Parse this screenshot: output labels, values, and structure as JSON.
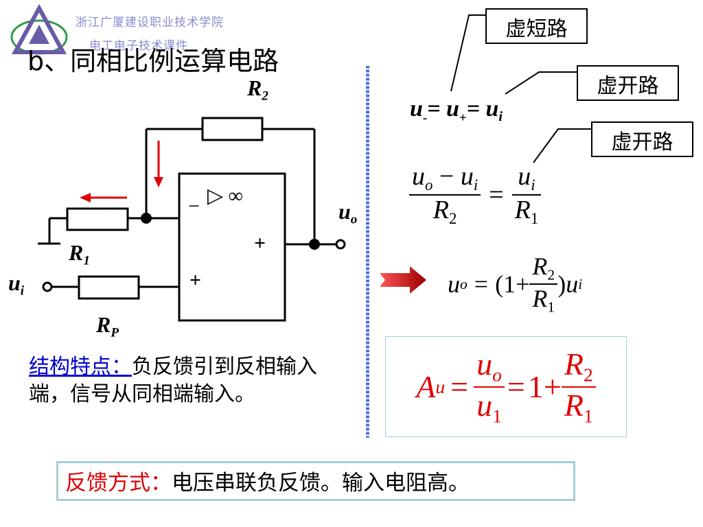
{
  "header": {
    "school": "浙江广厦建设职业技术学院",
    "course": "电工电子技术课件"
  },
  "title": "b、同相比例运算电路",
  "circuit": {
    "r2": "R",
    "r2_sub": "2",
    "r1": "R",
    "r1_sub": "1",
    "rp": "R",
    "rp_sub": "P",
    "ui": "u",
    "ui_sub": "i",
    "uo": "u",
    "uo_sub": "o",
    "opamp_symbol": "▷ ∞",
    "minus": "−",
    "plus_out": "+",
    "plus_in": "+"
  },
  "features": {
    "label": "结构特点：",
    "text": "负反馈引到反相输入端，信号从同相端输入。"
  },
  "callouts": {
    "short": "虚短路",
    "open1": "虚开路",
    "open2": "虚开路"
  },
  "equations": {
    "eq1_u": "u",
    "eq1_minus": "-",
    "eq1_eq": "=",
    "eq1_plus": "+",
    "eq1_i": "i",
    "eq2": {
      "num_left": "u",
      "num_left_sub": "o",
      "num_op": " − ",
      "num_right": "u",
      "num_right_sub": "i",
      "den_left": "R",
      "den_left_sub": "2",
      "equals": "=",
      "num2": "u",
      "num2_sub": "i",
      "den2": "R",
      "den2_sub": "1"
    },
    "eq3": {
      "lhs": "u",
      "lhs_sub": "o",
      "equals": "=",
      "open": "(1+",
      "num": "R",
      "num_sub": "2",
      "den": "R",
      "den_sub": "1",
      "close": ")",
      "tail": "u",
      "tail_sub": "i"
    },
    "gain": {
      "lhs": "A",
      "lhs_sub": "u",
      "equals": "=",
      "num": "u",
      "num_sub": "o",
      "den": "u",
      "den_sub": "1",
      "equals2": "=",
      "one_plus": "1+",
      "num2": "R",
      "num2_sub": "2",
      "den2": "R",
      "den2_sub": "1"
    }
  },
  "feedback": {
    "label": "反馈方式：",
    "text": "电压串联负反馈。输入电阻高。"
  },
  "colors": {
    "red": "#e00000",
    "blue": "#0000cc",
    "logo_purple": "#6a5aa8",
    "logo_green": "#2e9a4a",
    "box_border": "#a6cfd8",
    "divider": "#4a6ad8"
  }
}
